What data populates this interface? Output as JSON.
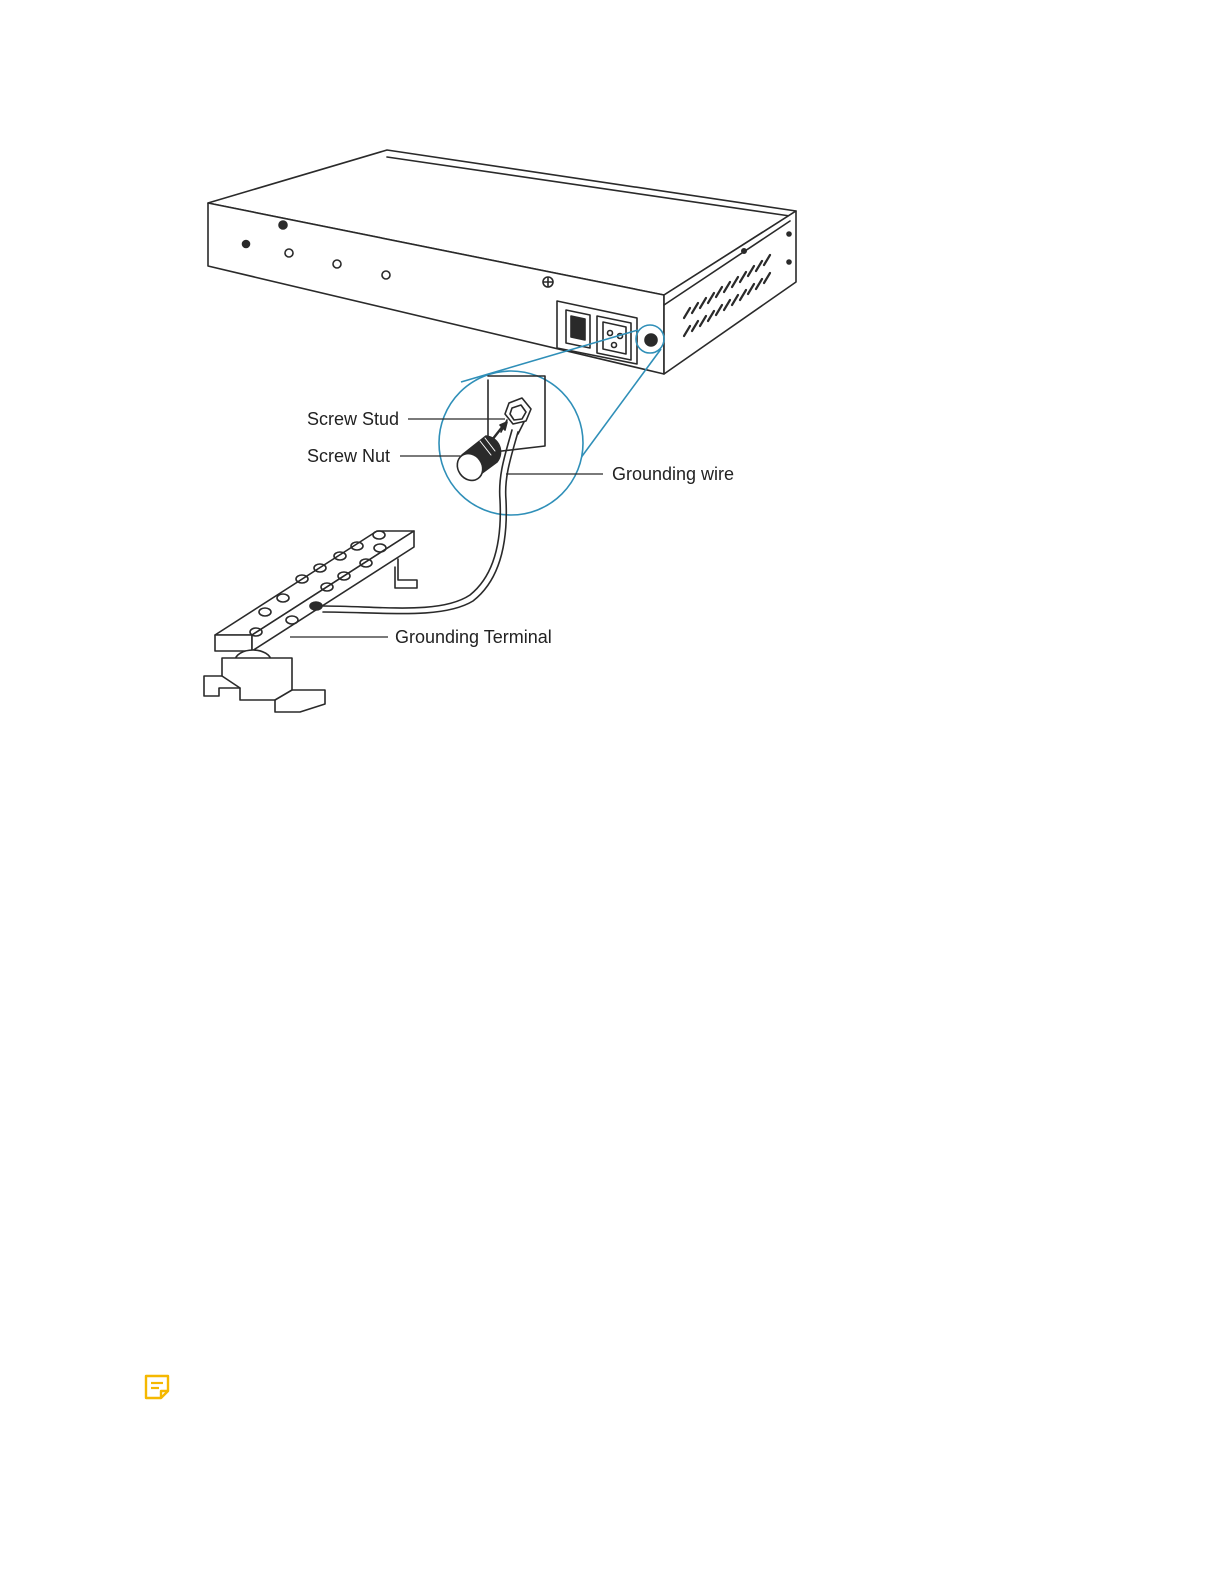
{
  "diagram": {
    "labels": {
      "screw_stud": "Screw Stud",
      "screw_nut": "Screw Nut",
      "grounding_wire": "Grounding wire",
      "grounding_terminal": "Grounding Terminal"
    }
  },
  "note": {
    "icon": "note-icon",
    "color": "#F5B800"
  },
  "colors": {
    "line": "#2a2a2a",
    "zoom_lens": "#2f8fb8"
  }
}
